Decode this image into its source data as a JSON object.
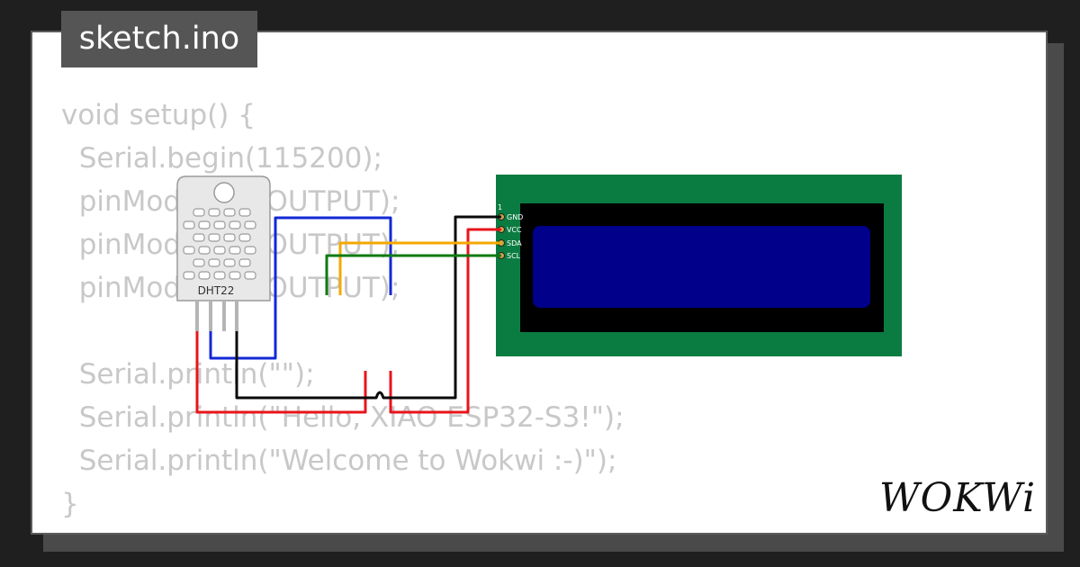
{
  "file_tab": {
    "label": "sketch.ino"
  },
  "code": {
    "lines": [
      "void setup() {",
      "  Serial.begin(115200);",
      "  pinMode(D1, OUTPUT);",
      "  pinMode(D2, OUTPUT);",
      "  pinMode(D3, OUTPUT);",
      "",
      "  Serial.println(\"\");",
      "  Serial.println(\"Hello, XIAO ESP32-S3!\");",
      "  Serial.println(\"Welcome to Wokwi :-)\");",
      "}"
    ]
  },
  "dht22": {
    "label": "DHT22"
  },
  "lcd": {
    "pin_number": "1",
    "pins": [
      "GND",
      "VCC",
      "SDA",
      "SCL"
    ]
  },
  "wires": {
    "colors": {
      "red": "#e8141b",
      "blue": "#1328d6",
      "black": "#0a0a0a",
      "orange": "#f5a800",
      "green": "#0f7a12"
    }
  },
  "logo": {
    "text": "WOKWi"
  },
  "colors": {
    "background": "#1f1f1f",
    "card": "#ffffff",
    "tab": "#555555",
    "code_text": "#c8c8c8",
    "lcd_board": "#0b7c41",
    "lcd_screen": "#00008b"
  }
}
